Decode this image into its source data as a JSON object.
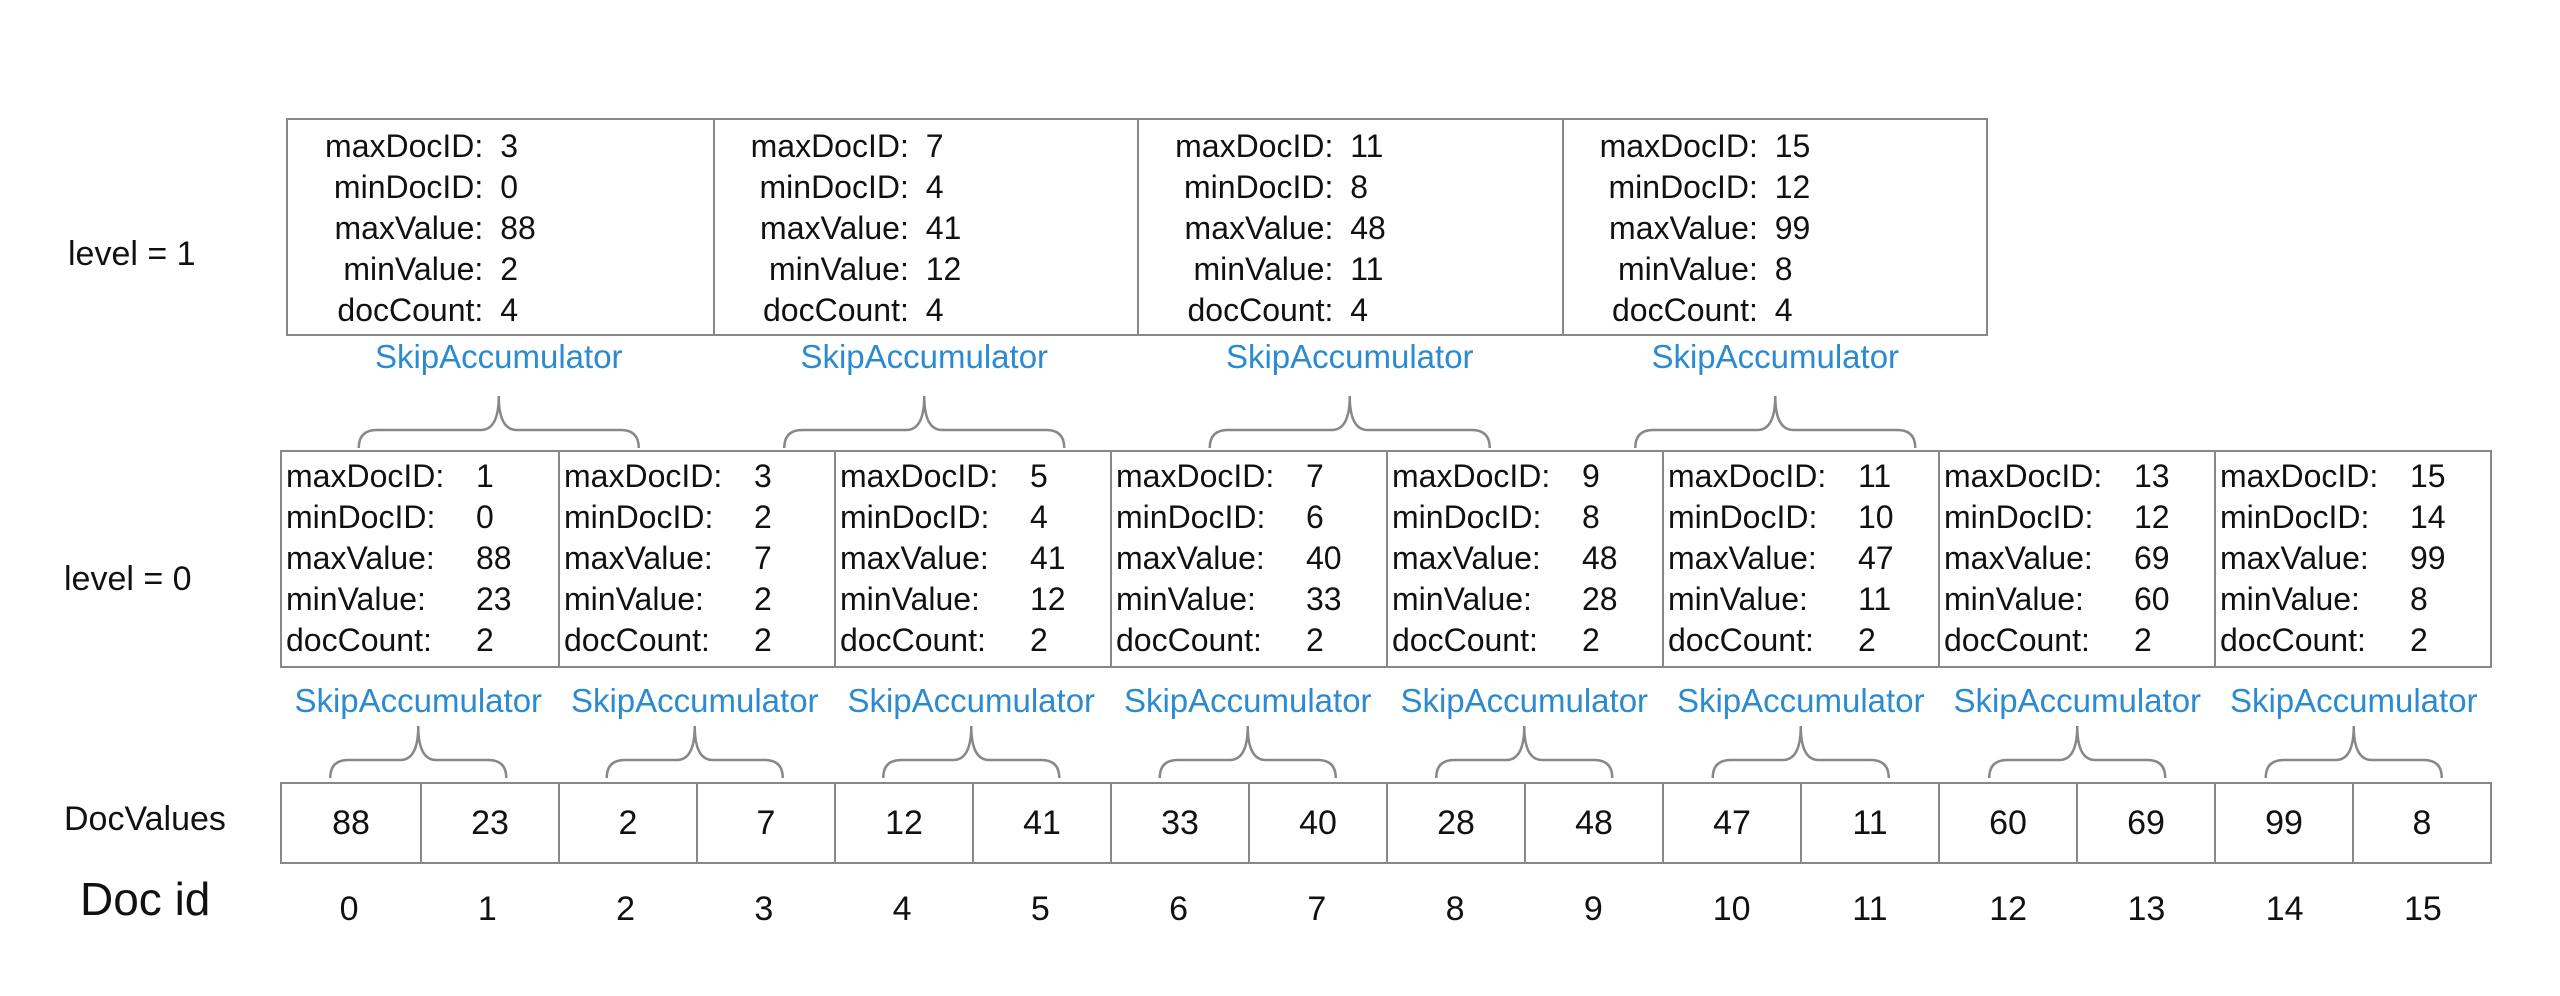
{
  "labels": {
    "level1": "level = 1",
    "level0": "level = 0",
    "docvalues": "DocValues",
    "docid": "Doc id"
  },
  "accumulator_label": "SkipAccumulator",
  "accent_color": "#2b8ad0",
  "field_names": {
    "maxDocID": "maxDocID:",
    "minDocID": "minDocID:",
    "maxValue": "maxValue:",
    "minValue": "minValue:",
    "docCount": "docCount:"
  },
  "level1": [
    {
      "maxDocID": "3",
      "minDocID": "0",
      "maxValue": "88",
      "minValue": "2",
      "docCount": "4"
    },
    {
      "maxDocID": "7",
      "minDocID": "4",
      "maxValue": "41",
      "minValue": "12",
      "docCount": "4"
    },
    {
      "maxDocID": "11",
      "minDocID": "8",
      "maxValue": "48",
      "minValue": "11",
      "docCount": "4"
    },
    {
      "maxDocID": "15",
      "minDocID": "12",
      "maxValue": "99",
      "minValue": "8",
      "docCount": "4"
    }
  ],
  "level0": [
    {
      "maxDocID": "1",
      "minDocID": "0",
      "maxValue": "88",
      "minValue": "23",
      "docCount": "2"
    },
    {
      "maxDocID": "3",
      "minDocID": "2",
      "maxValue": "7",
      "minValue": "2",
      "docCount": "2"
    },
    {
      "maxDocID": "5",
      "minDocID": "4",
      "maxValue": "41",
      "minValue": "12",
      "docCount": "2"
    },
    {
      "maxDocID": "7",
      "minDocID": "6",
      "maxValue": "40",
      "minValue": "33",
      "docCount": "2"
    },
    {
      "maxDocID": "9",
      "minDocID": "8",
      "maxValue": "48",
      "minValue": "28",
      "docCount": "2"
    },
    {
      "maxDocID": "11",
      "minDocID": "10",
      "maxValue": "47",
      "minValue": "11",
      "docCount": "2"
    },
    {
      "maxDocID": "13",
      "minDocID": "12",
      "maxValue": "69",
      "minValue": "60",
      "docCount": "2"
    },
    {
      "maxDocID": "15",
      "minDocID": "14",
      "maxValue": "99",
      "minValue": "8",
      "docCount": "2"
    }
  ],
  "docvalues": [
    "88",
    "23",
    "2",
    "7",
    "12",
    "41",
    "33",
    "40",
    "28",
    "48",
    "47",
    "11",
    "60",
    "69",
    "99",
    "8"
  ],
  "docids": [
    "0",
    "1",
    "2",
    "3",
    "4",
    "5",
    "6",
    "7",
    "8",
    "9",
    "10",
    "11",
    "12",
    "13",
    "14",
    "15"
  ]
}
